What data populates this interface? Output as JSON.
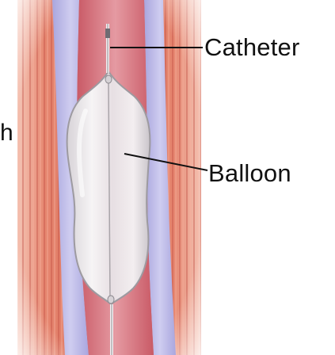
{
  "diagram": {
    "labels": {
      "catheter": "Catheter",
      "balloon": "Balloon",
      "left_edge_fragment": "h"
    },
    "colors": {
      "background": "#ffffff",
      "muscle_dark": "#c9554a",
      "muscle_light": "#e98f7a",
      "vessel_wall": "#b6b4e4",
      "vessel_lumen": "#d9707c",
      "balloon_fill": "#ece8ea",
      "balloon_edge": "#9d9aa0",
      "leader_line": "#111111",
      "label_text": "#111111"
    }
  }
}
